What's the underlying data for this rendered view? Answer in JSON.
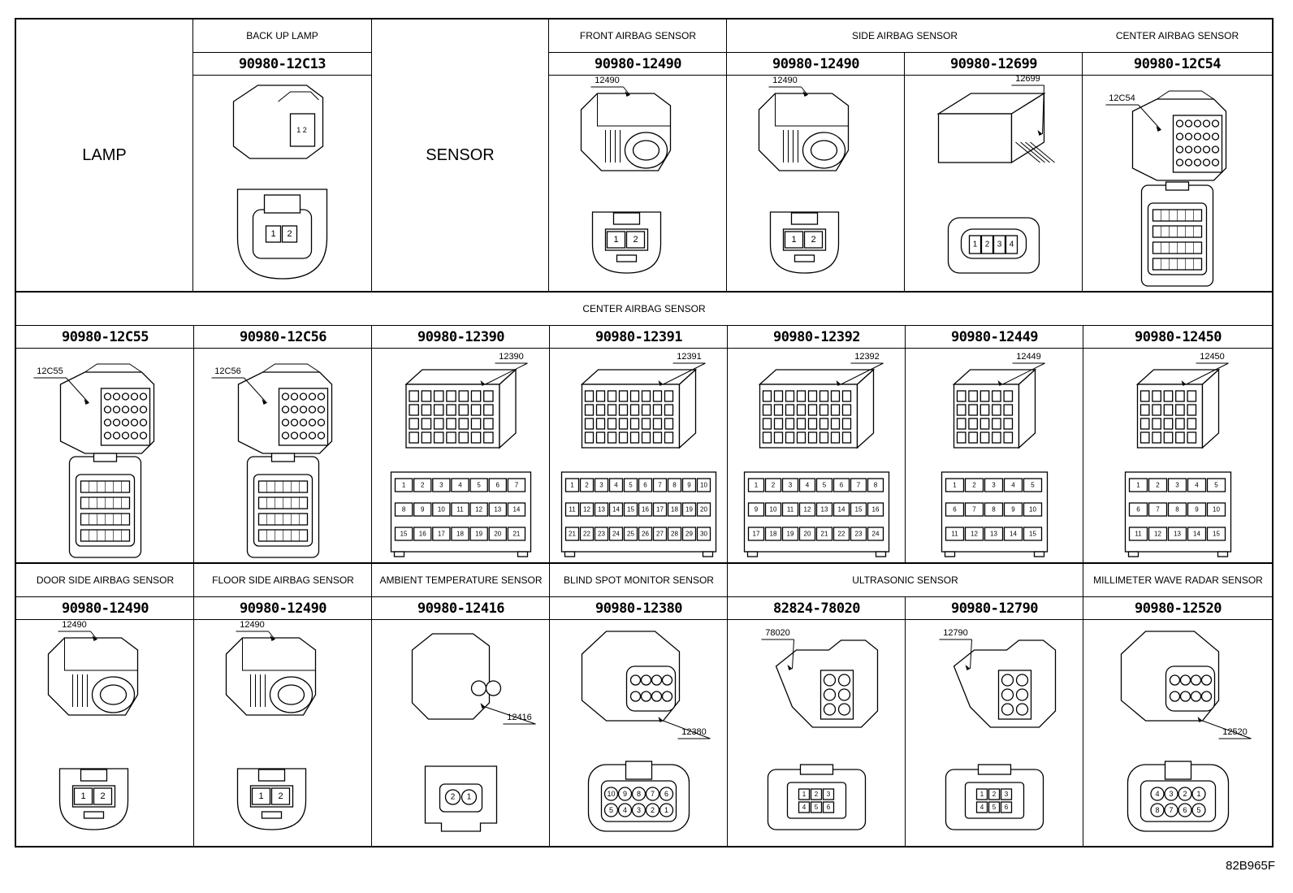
{
  "figure_id": "82B965F",
  "row1": {
    "lamp_label": "LAMP",
    "sensor_label": "SENSOR",
    "cols": [
      {
        "header": "BACK UP LAMP",
        "part": "90980-12C13",
        "kind": "lamp2",
        "pins": [
          "1",
          "2"
        ]
      },
      {
        "header": "FRONT AIRBAG SENSOR",
        "part": "90980-12490",
        "kind": "airbag",
        "callout": "12490",
        "pins": [
          "1",
          "2"
        ]
      },
      {
        "header": "SIDE AIRBAG SENSOR",
        "part": "90980-12490",
        "kind": "airbag",
        "callout": "12490",
        "pins": [
          "1",
          "2"
        ]
      },
      {
        "header": "",
        "part": "90980-12699",
        "kind": "flat4",
        "callout": "12699",
        "pins": [
          "1",
          "2",
          "3",
          "4"
        ]
      },
      {
        "header": "CENTER AIRBAG SENSOR",
        "part": "90980-12C54",
        "kind": "multi",
        "callout": "12C54"
      }
    ]
  },
  "row2": {
    "banner": "CENTER AIRBAG SENSOR",
    "cols": [
      {
        "part": "90980-12C55",
        "kind": "multi",
        "callout": "12C55"
      },
      {
        "part": "90980-12C56",
        "kind": "multi",
        "callout": "12C56"
      },
      {
        "part": "90980-12390",
        "kind": "block",
        "callout": "12390",
        "rows": [
          [
            "1",
            "2",
            "3",
            "4",
            "5",
            "6",
            "7"
          ],
          [
            "8",
            "9",
            "10",
            "11",
            "12",
            "13",
            "14"
          ],
          [
            "15",
            "16",
            "17",
            "18",
            "19",
            "20",
            "21"
          ]
        ]
      },
      {
        "part": "90980-12391",
        "kind": "block",
        "callout": "12391",
        "rows": [
          [
            "1",
            "2",
            "3",
            "4",
            "5",
            "6",
            "7",
            "8",
            "9",
            "10"
          ],
          [
            "11",
            "12",
            "13",
            "14",
            "15",
            "16",
            "17",
            "18",
            "19",
            "20"
          ],
          [
            "21",
            "22",
            "23",
            "24",
            "25",
            "26",
            "27",
            "28",
            "29",
            "30"
          ]
        ]
      },
      {
        "part": "90980-12392",
        "kind": "block",
        "callout": "12392",
        "rows": [
          [
            "1",
            "2",
            "3",
            "4",
            "5",
            "6",
            "7",
            "8"
          ],
          [
            "9",
            "10",
            "11",
            "12",
            "13",
            "14",
            "15",
            "16"
          ],
          [
            "17",
            "18",
            "19",
            "20",
            "21",
            "22",
            "23",
            "24"
          ]
        ]
      },
      {
        "part": "90980-12449",
        "kind": "block5",
        "callout": "12449",
        "rows": [
          [
            "1",
            "2",
            "3",
            "4",
            "5"
          ],
          [
            "6",
            "7",
            "8",
            "9",
            "10"
          ],
          [
            "11",
            "12",
            "13",
            "14",
            "15"
          ]
        ]
      },
      {
        "part": "90980-12450",
        "kind": "block5",
        "callout": "12450",
        "rows": [
          [
            "1",
            "2",
            "3",
            "4",
            "5"
          ],
          [
            "6",
            "7",
            "8",
            "9",
            "10"
          ],
          [
            "11",
            "12",
            "13",
            "14",
            "15"
          ]
        ]
      }
    ]
  },
  "row3": {
    "cols": [
      {
        "header": "DOOR SIDE AIRBAG SENSOR",
        "part": "90980-12490",
        "kind": "airbag",
        "callout": "12490",
        "pins": [
          "1",
          "2"
        ]
      },
      {
        "header": "FLOOR SIDE AIRBAG SENSOR",
        "part": "90980-12490",
        "kind": "airbag",
        "callout": "12490",
        "pins": [
          "1",
          "2"
        ]
      },
      {
        "header": "AMBIENT TEMPERATURE SENSOR",
        "part": "90980-12416",
        "kind": "ambient",
        "callout": "12416",
        "pins": [
          "2",
          "1"
        ]
      },
      {
        "header": "BLIND SPOT MONITOR SENSOR",
        "part": "90980-12380",
        "kind": "round10",
        "callout": "12380",
        "pins": [
          "10",
          "9",
          "8",
          "7",
          "6",
          "5",
          "4",
          "3",
          "2",
          "1"
        ]
      },
      {
        "header": "ULTRASONIC SENSOR",
        "part": "82824-78020",
        "kind": "ultra",
        "callout": "78020",
        "pins": [
          "1",
          "2",
          "3",
          "4",
          "5",
          "6"
        ]
      },
      {
        "header": "",
        "part": "90980-12790",
        "kind": "ultra",
        "callout": "12790",
        "pins": [
          "1",
          "2",
          "3",
          "4",
          "5",
          "6"
        ]
      },
      {
        "header": "MILLIMETER WAVE RADAR SENSOR",
        "part": "90980-12520",
        "kind": "round8",
        "callout": "12520",
        "pins": [
          "4",
          "3",
          "2",
          "1",
          "8",
          "7",
          "6",
          "5"
        ]
      }
    ]
  }
}
